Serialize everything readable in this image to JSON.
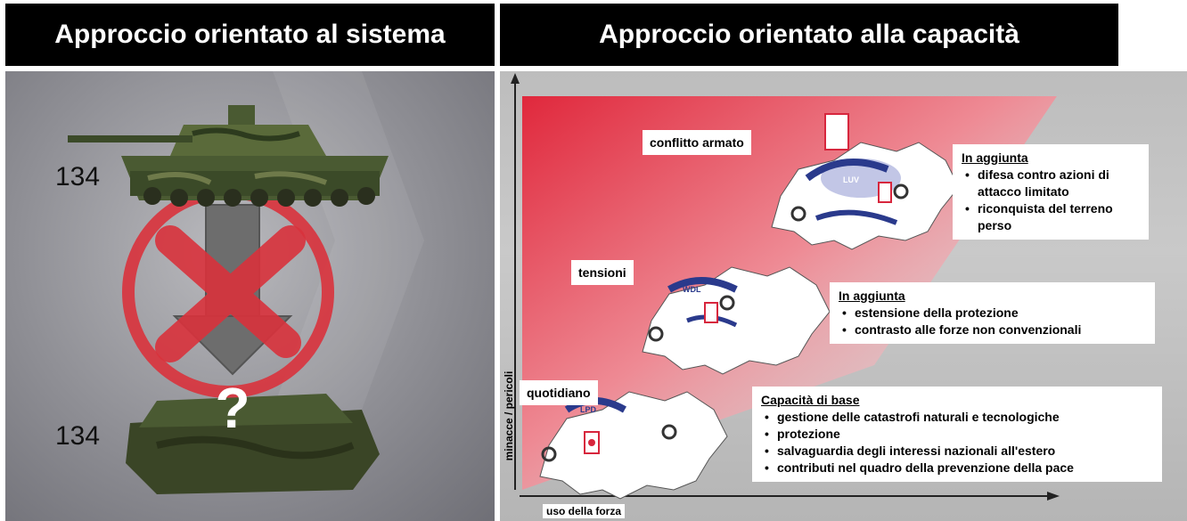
{
  "left": {
    "title": "Approccio orientato al sistema",
    "count_top": "134",
    "count_bottom": "134",
    "question_mark": "?"
  },
  "right": {
    "title": "Approccio orientato alla capacità",
    "y_axis_label": "minacce / pericoli",
    "x_axis_label": "uso della forza",
    "levels": [
      {
        "label": "conflitto armato",
        "map_badge": "LUV",
        "box_title": "In aggiunta",
        "items": [
          "difesa contro azioni di attacco limitato",
          "riconquista del terreno perso"
        ]
      },
      {
        "label": "tensioni",
        "map_badge": "WDL",
        "box_title": "In aggiunta",
        "items": [
          "estensione della protezione",
          "contrasto alle forze non convenzionali"
        ]
      },
      {
        "label": "quotidiano",
        "map_badge": "LPD",
        "box_title": "Capacità di base",
        "items": [
          "gestione delle catastrofi naturali e tecnologiche",
          "protezione",
          "salvaguardia degli interessi nazionali all'estero",
          "contributi nel quadro della prevenzione della pace"
        ]
      }
    ]
  },
  "colors": {
    "header_bg": "#000000",
    "accent_red": "#d7263d",
    "map_blue": "#2a3a8c"
  }
}
